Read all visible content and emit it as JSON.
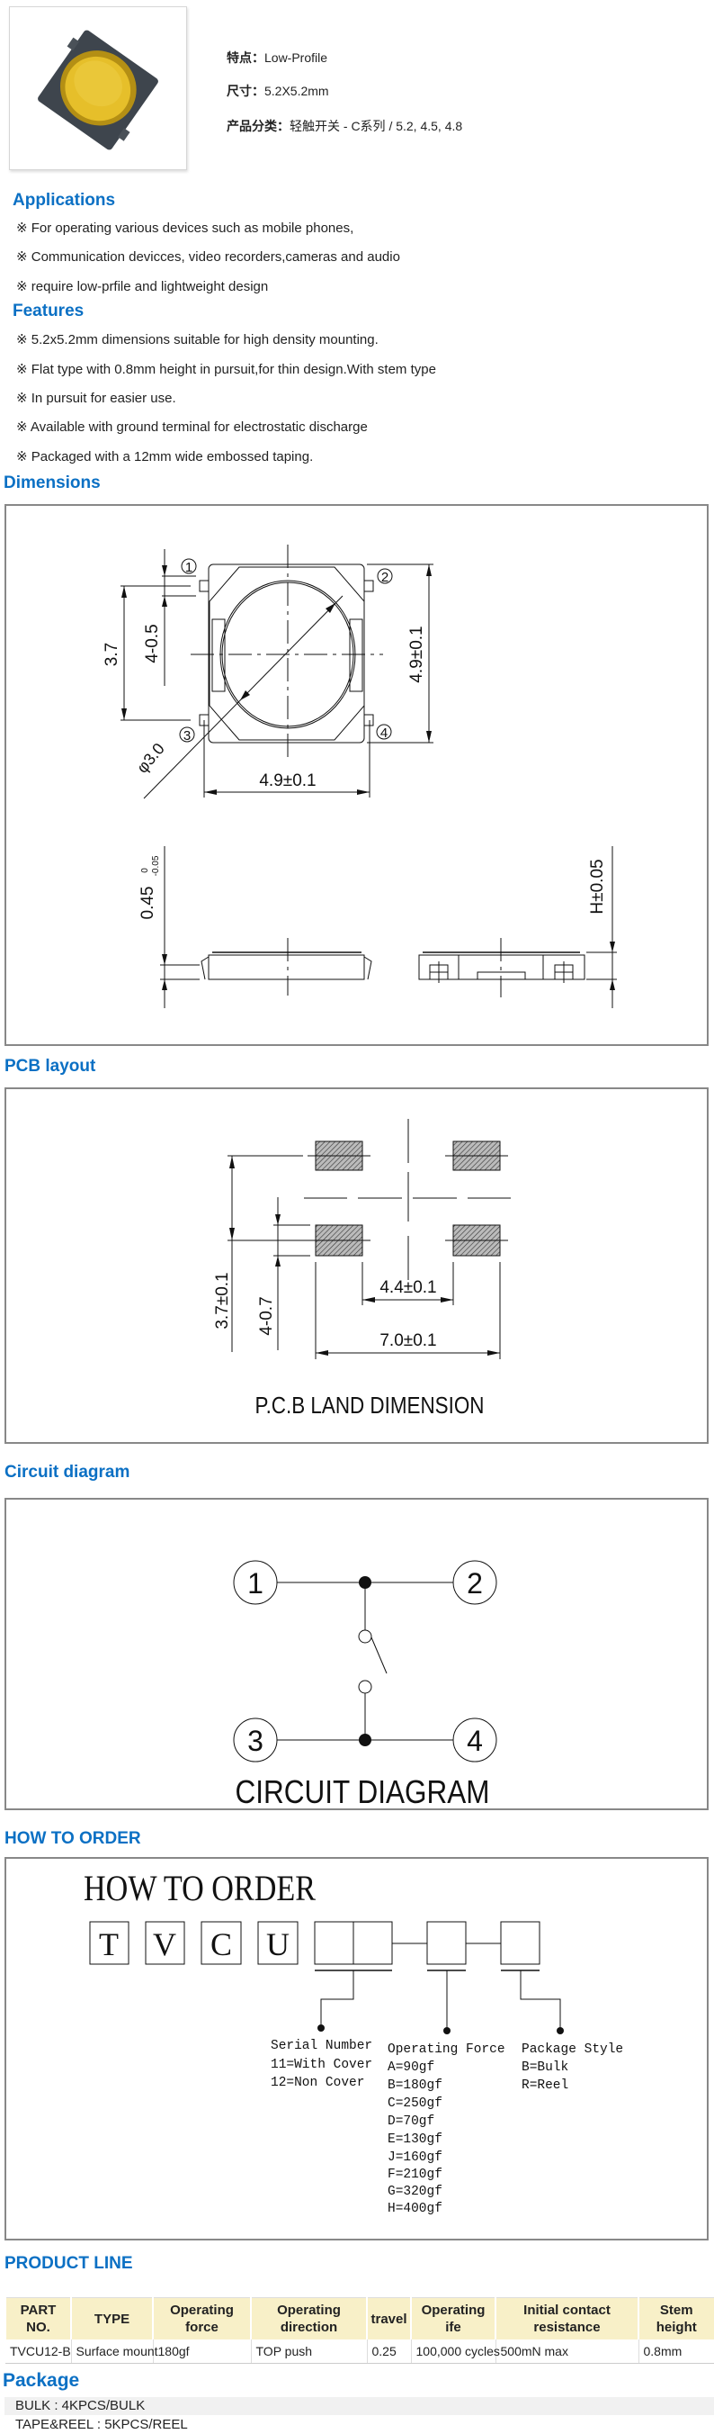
{
  "product": {
    "features_label": "特点：",
    "features_value": "Low-Profile",
    "size_label": "尺寸：",
    "size_value": "5.2X5.2mm",
    "category_label": "产品分类：",
    "category_value": "轻触开关 - C系列 / 5.2, 4.5, 4.8"
  },
  "applications": {
    "heading": "Applications",
    "items": [
      "※ For operating various devices such as mobile phones,",
      "※ Communication devicces, video recorders,cameras and audio",
      "※ require low-prfile and lightweight design"
    ]
  },
  "features": {
    "heading": "Features",
    "items": [
      "※ 5.2x5.2mm dimensions suitable for high density mounting.",
      "※ Flat type with 0.8mm height in pursuit,for thin design.With stem type",
      "※ In pursuit for easier use.",
      "※ Available with ground terminal for electrostatic discharge",
      "※ Packaged with a 12mm wide embossed taping."
    ]
  },
  "dimensions": {
    "heading": "Dimensions",
    "pins": [
      "1",
      "2",
      "3",
      "4"
    ],
    "dim_37": "3.7",
    "dim_405": "4-0.5",
    "dim_height": "4.9±0.1",
    "dim_width": "4.9±0.1",
    "dim_dia": "φ3.0",
    "dim_thick": "0.45",
    "dim_thick_upper": "0",
    "dim_thick_lower": "-0.05",
    "dim_h": "H±0.05"
  },
  "pcb": {
    "heading": "PCB layout",
    "dim_37": "3.7±0.1",
    "dim_407": "4-0.7",
    "dim_44": "4.4±0.1",
    "dim_70": "7.0±0.1",
    "caption": "P.C.B LAND DIMENSION"
  },
  "circuit": {
    "heading": "Circuit diagram",
    "pins": [
      "1",
      "2",
      "3",
      "4"
    ],
    "caption": "CIRCUIT DIAGRAM"
  },
  "order": {
    "heading": "HOW TO ORDER",
    "title": "HOW TO ORDER",
    "letters": [
      "T",
      "V",
      "C",
      "U"
    ],
    "serial": {
      "title": "Serial Number",
      "options": [
        "11=With Cover",
        "12=Non Cover"
      ]
    },
    "force": {
      "title": "Operating Force",
      "options": [
        "A=90gf",
        "B=180gf",
        "C=250gf",
        "D=70gf",
        "E=130gf",
        "J=160gf",
        "F=210gf",
        "G=320gf",
        "H=400gf"
      ]
    },
    "package": {
      "title": "Package Style",
      "options": [
        "B=Bulk",
        "R=Reel"
      ]
    }
  },
  "product_line": {
    "heading": "PRODUCT LINE",
    "headers": [
      "PART\nNO.",
      "TYPE",
      "Operating\nforce",
      "Operating\ndirection",
      "travel",
      "Operating\nife",
      "Initial contact\nresistance",
      "Stem\nheight"
    ],
    "rows": [
      [
        "TVCU12-B",
        "Surface mount",
        "180gf",
        "TOP push",
        "0.25",
        "100,000 cycles",
        "500mN max",
        "0.8mm"
      ]
    ]
  },
  "package": {
    "heading": "Package",
    "items": [
      "BULK : 4KPCS/BULK",
      "TAPE&REEL : 5KPCS/REEL"
    ]
  },
  "colors": {
    "heading": "#0b70c4",
    "table_header_bg": "#f8f0c8",
    "switch_cap": "#e3b81c",
    "switch_body": "#3d444c"
  }
}
